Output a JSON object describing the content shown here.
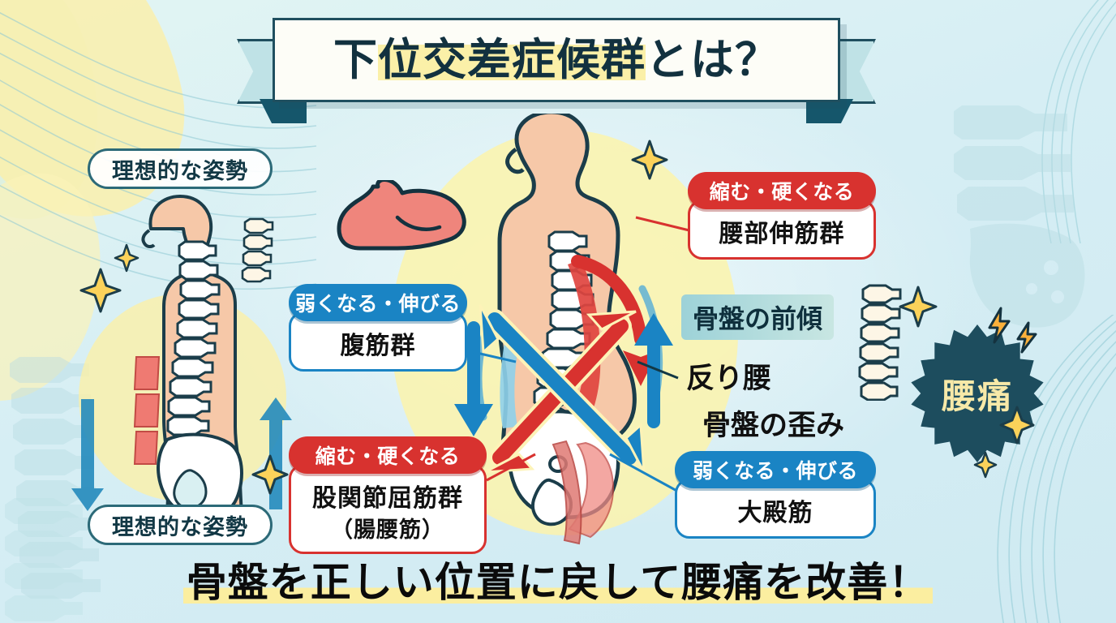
{
  "title": {
    "full": "下位交差症候群とは？",
    "highlighted": "位交差症候群",
    "prefix": "下",
    "suffix": "とは？"
  },
  "posture_labels": {
    "top": "理想的な姿勢",
    "bottom": "理想的な姿勢"
  },
  "callouts": [
    {
      "id": "lumbar-extensors",
      "badge": "縮む・硬くなる",
      "name": "腰部伸筋群",
      "sub": "",
      "type": "red",
      "accent": "#d8322f"
    },
    {
      "id": "abdominals",
      "badge": "弱くなる・伸びる",
      "name": "腹筋群",
      "sub": "",
      "type": "blue",
      "accent": "#1a84c4"
    },
    {
      "id": "hip-flexors",
      "badge": "縮む・硬くなる",
      "name": "股関節屈筋群",
      "sub": "（腸腰筋）",
      "type": "red",
      "accent": "#d8322f"
    },
    {
      "id": "gluteus-maximus",
      "badge": "弱くなる・伸びる",
      "name": "大殿筋",
      "sub": "",
      "type": "blue",
      "accent": "#1a84c4"
    }
  ],
  "pelvic": {
    "tilt_label": "骨盤の前傾",
    "effect_1": "反り腰",
    "effect_2": "骨盤の歪み"
  },
  "pain_badge": {
    "label": "腰痛"
  },
  "tagline": {
    "text": "骨盤を正しい位置に戻して腰痛を改善！"
  },
  "icons": {
    "muscle": "flexed-bicep-icon",
    "sparkle": "sparkle-icon",
    "bolt": "lightning-bolt-icon",
    "spine": "spine-icon"
  },
  "colors": {
    "background": "#d6eef4",
    "ink": "#12313f",
    "red": "#d8322f",
    "blue": "#1a84c4",
    "yellow": "#fbf0a8",
    "navy": "#1d4d5e",
    "skin": "#f4c5a6"
  }
}
